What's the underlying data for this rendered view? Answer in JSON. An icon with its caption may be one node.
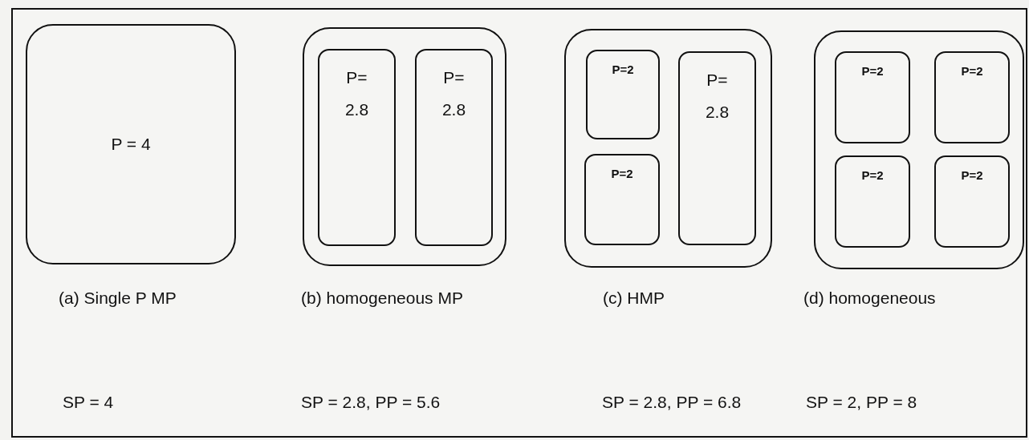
{
  "diagram": {
    "nodes": [
      {
        "text": [
          "P = 4"
        ]
      },
      {
        "text": [],
        "shape": "box"
      },
      {
        "text": [
          "P= 2.8"
        ],
        "in": 1
      },
      {
        "text": [
          "P= 2.8"
        ],
        "in": 1
      },
      {
        "text": [],
        "shape": "box"
      },
      {
        "text": [
          "P=2"
        ],
        "in": 4
      },
      {
        "text": [
          "P= 2.8"
        ],
        "in": 4
      },
      {
        "text": [
          "P=2"
        ],
        "in": 4
      },
      {
        "text": [],
        "shape": "box"
      },
      {
        "text": [
          "P=2"
        ],
        "in": 8
      },
      {
        "text": [
          "P=2"
        ],
        "in": 8
      },
      {
        "text": [
          "P=2"
        ],
        "in": 8
      },
      {
        "text": [
          "P=2"
        ],
        "in": 8
      }
    ],
    "labels": [
      "(a) Single P MP",
      "(b) homogeneous MP",
      "(c) HMP",
      "(d) homogeneous",
      "SP = 4",
      "SP = 2.8, PP = 5.6",
      "SP = 2.8, PP = 6.8",
      "SP = 2, PP = 8"
    ]
  }
}
